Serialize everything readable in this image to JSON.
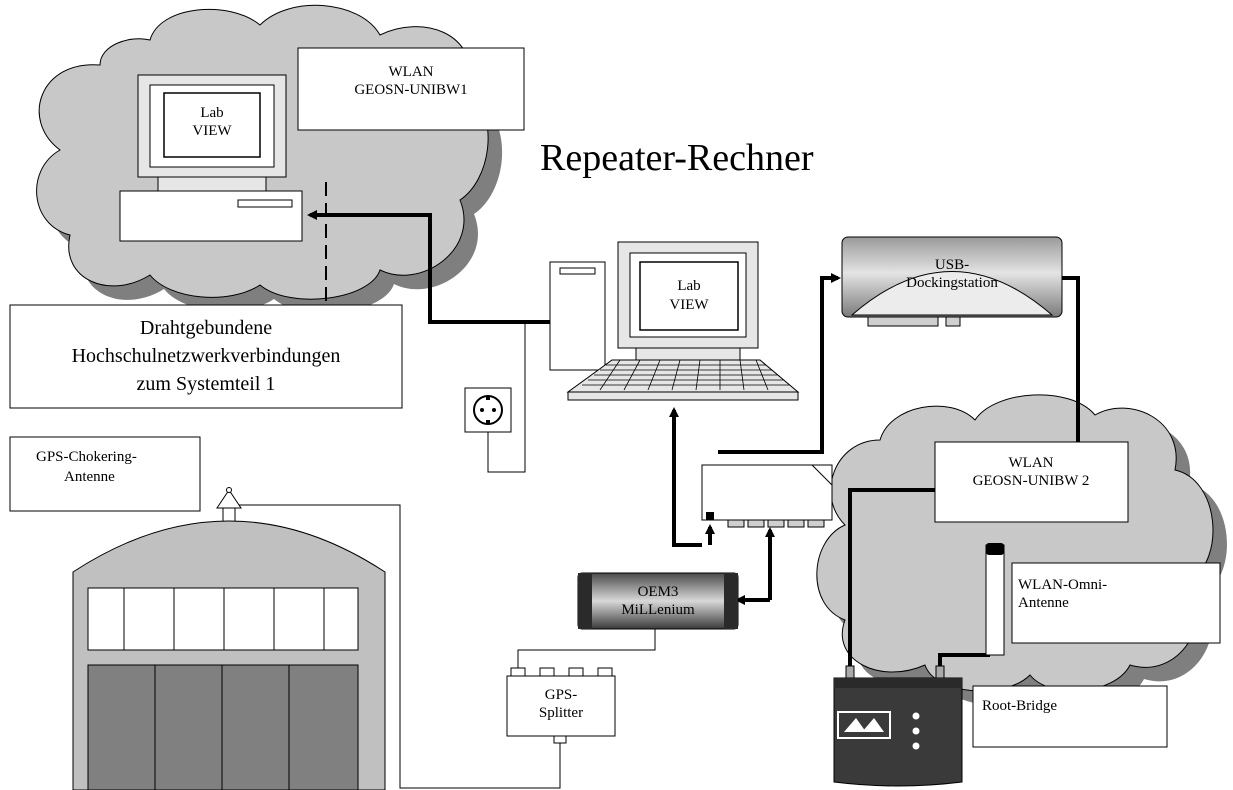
{
  "title": "Repeater-Rechner",
  "wlan1": {
    "line1": "WLAN",
    "line2": "GEOSN-UNIBW1"
  },
  "labview1": {
    "line1": "Lab",
    "line2": "VIEW"
  },
  "labview2": {
    "line1": "Lab",
    "line2": "VIEW"
  },
  "wired": {
    "line1": "Drahtgebundene",
    "line2": "Hochschulnetzwerkverbindungen",
    "line3": "zum Systemteil 1"
  },
  "gps_antenna": {
    "line1": "GPS-Chokering-",
    "line2": "Antenne"
  },
  "usb_dock": {
    "line1": "USB-",
    "line2": "Dockingstation"
  },
  "wlan2": {
    "line1": "WLAN",
    "line2": "GEOSN-UNIBW 2"
  },
  "omni": {
    "line1": "WLAN-Omni-",
    "line2": "Antenne"
  },
  "oem3": {
    "line1": "OEM3",
    "line2": "MiLLenium"
  },
  "splitter": {
    "line1": "GPS-",
    "line2": "Splitter"
  },
  "root_bridge": {
    "label": "Root-Bridge"
  }
}
